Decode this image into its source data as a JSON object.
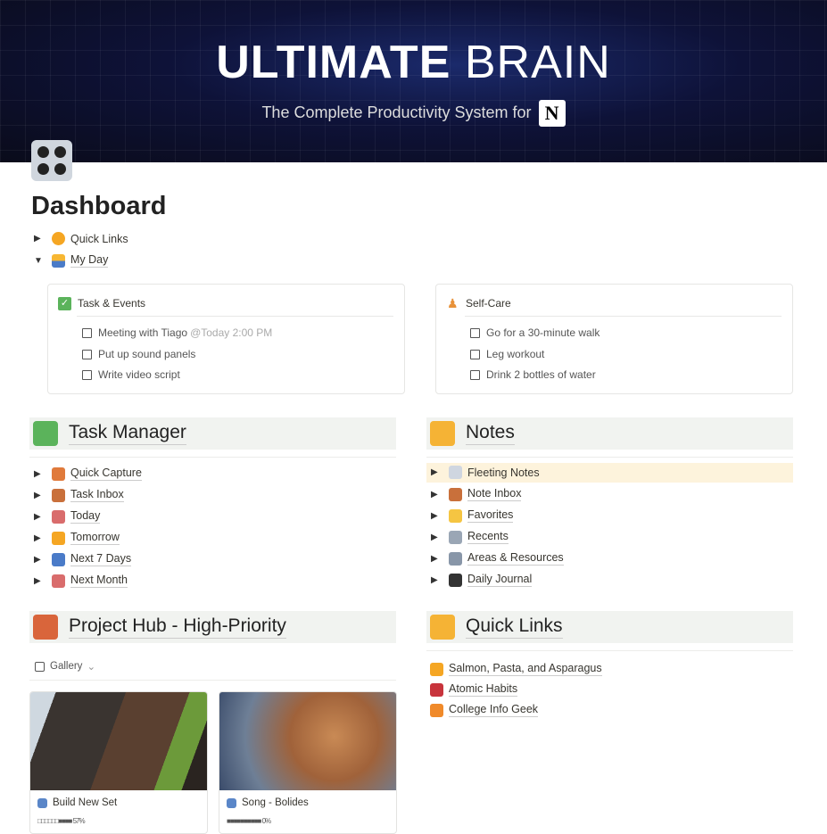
{
  "banner": {
    "title_bold": "ULTIMATE",
    "title_light": "BRAIN",
    "subtitle": "The Complete Productivity System for",
    "logo": "N"
  },
  "page": {
    "title": "Dashboard",
    "icon": "control-knobs-icon"
  },
  "toggles": [
    {
      "label": "Quick Links",
      "icon": "compass-icon",
      "expanded": false
    },
    {
      "label": "My Day",
      "icon": "sunrise-icon",
      "expanded": true
    }
  ],
  "my_day": {
    "tasks": {
      "title": "Task & Events",
      "icon": "check-box-icon",
      "items": [
        {
          "text": "Meeting with Tiago",
          "date": "@Today 2:00 PM"
        },
        {
          "text": "Put up sound panels"
        },
        {
          "text": "Write video script"
        }
      ]
    },
    "self_care": {
      "title": "Self-Care",
      "icon": "person-walking-icon",
      "items": [
        {
          "text": "Go for a 30-minute walk"
        },
        {
          "text": "Leg workout"
        },
        {
          "text": "Drink 2 bottles of water"
        }
      ]
    }
  },
  "task_manager": {
    "title": "Task Manager",
    "items": [
      "Quick Capture",
      "Task Inbox",
      "Today",
      "Tomorrow",
      "Next 7 Days",
      "Next Month"
    ]
  },
  "notes": {
    "title": "Notes",
    "items": [
      "Fleeting Notes",
      "Note Inbox",
      "Favorites",
      "Recents",
      "Areas & Resources",
      "Daily Journal"
    ],
    "highlighted": "Fleeting Notes",
    "highlight_color": "#fdf3dc"
  },
  "project_hub": {
    "title": "Project Hub - High-Priority",
    "view": "Gallery",
    "cards": [
      {
        "title": "Build New Set",
        "progress_bar": "□□□□□□■■■■",
        "progress": "57%"
      },
      {
        "title": "Song - Bolides",
        "progress_bar": "■■■■■■■■■■",
        "progress": "0%"
      }
    ]
  },
  "quick_links": {
    "title": "Quick Links",
    "items": [
      "Salmon, Pasta, and Asparagus",
      "Atomic Habits",
      "College Info Geek"
    ]
  },
  "colors": {
    "section_bg": "#f1f3f0",
    "banner": "#0e1238"
  }
}
